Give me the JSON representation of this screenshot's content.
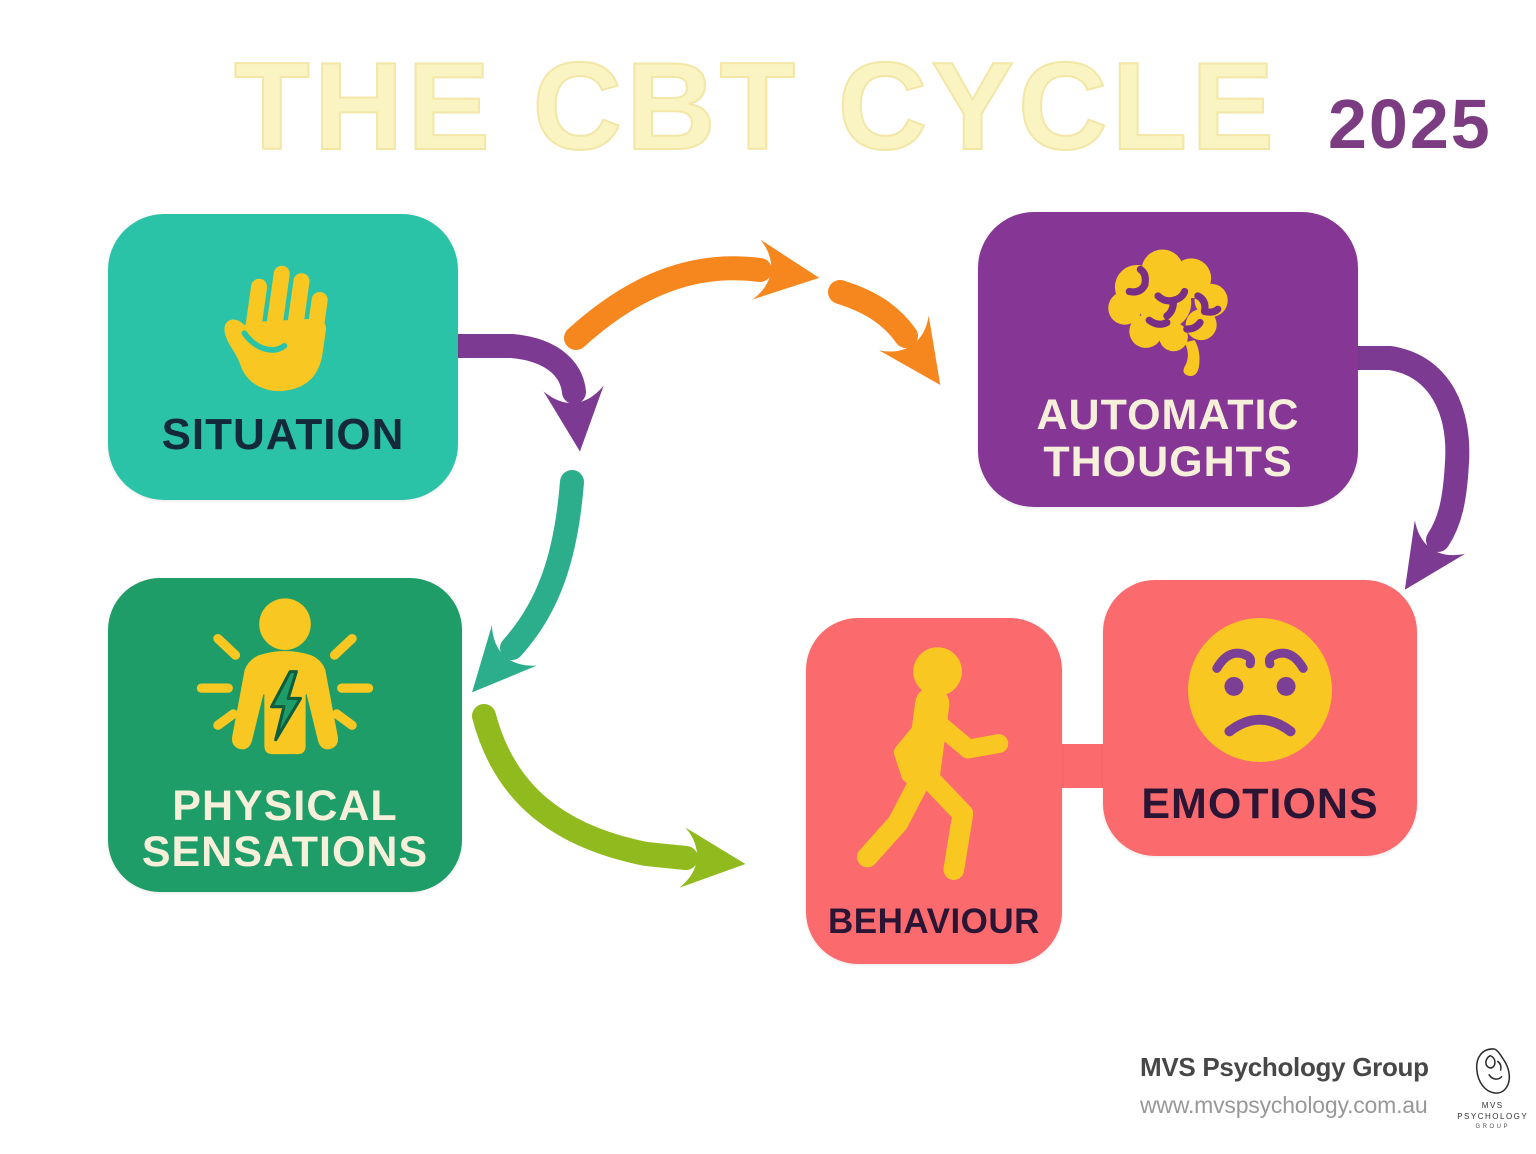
{
  "title": {
    "text": "THE CBT CYCLE",
    "year": "2025"
  },
  "boxes": {
    "situation": {
      "label": "SITUATION",
      "icon": "raised-hand-icon",
      "color": "#2BC3A8",
      "label_color": "#14293B"
    },
    "automatic_thoughts": {
      "label": "AUTOMATIC THOUGHTS",
      "icon": "brain-icon",
      "color": "#863795",
      "label_color": "#F6F0DB"
    },
    "physical_sensations": {
      "label": "PHYSICAL SENSATIONS",
      "icon": "stressed-person-icon",
      "color": "#1F9D68",
      "label_color": "#F6F0DB"
    },
    "behaviour": {
      "label": "BEHAVIOUR",
      "icon": "walking-person-icon",
      "color": "#FB6B6E",
      "label_color": "#2B1535"
    },
    "emotions": {
      "label": "EMOTIONS",
      "icon": "worried-face-icon",
      "color": "#FB6B6E",
      "label_color": "#2B1535"
    }
  },
  "arrows": [
    {
      "id": "situation-to-automatic-thoughts",
      "color": "#F6871F",
      "segments": 2
    },
    {
      "id": "situation-downward",
      "color": "#7C3A92",
      "segments": 1
    },
    {
      "id": "down-to-physical-sensations",
      "color": "#2CAE8D",
      "segments": 1
    },
    {
      "id": "physical-sensations-to-behaviour",
      "color": "#90BA1E",
      "segments": 1
    },
    {
      "id": "automatic-thoughts-to-emotions",
      "color": "#7C3A92",
      "segments": 1
    },
    {
      "id": "behaviour-emotions-connector",
      "color": "#FB6B6E",
      "segments": 1
    }
  ],
  "footer": {
    "org": "MVS Psychology Group",
    "url": "www.mvspsychology.com.au",
    "logo_caption": [
      "MVS",
      "PSYCHOLOGY",
      "GROUP"
    ]
  },
  "colors": {
    "background": "#FFFFFF",
    "title": "#FAF3C2",
    "year": "#7B3C82",
    "icon_yellow": "#F8C722",
    "label_cream": "#F6F0DB",
    "label_navy": "#14293B",
    "label_plum": "#2B1535"
  }
}
